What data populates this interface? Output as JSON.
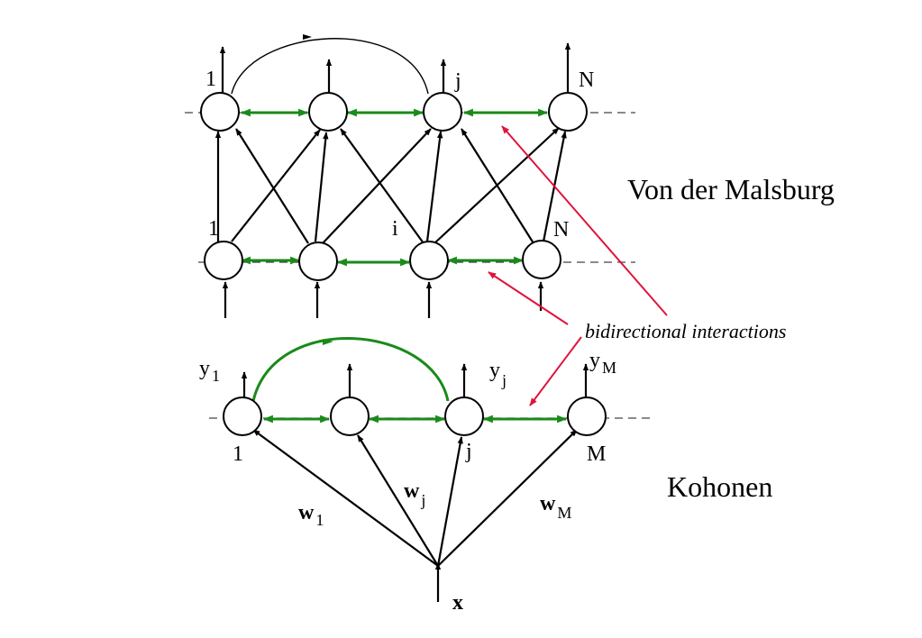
{
  "colors": {
    "lateral": "#1a8a1a",
    "pointer": "#e0133c",
    "connection": "#000000"
  },
  "von_der_malsburg": {
    "title": "Von der Malsburg",
    "top_labels": {
      "first": "1",
      "j": "j",
      "last": "N"
    },
    "bottom_labels": {
      "first": "1",
      "i": "i",
      "last": "N"
    }
  },
  "annotation": {
    "text": "bidirectional interactions"
  },
  "kohonen": {
    "title": "Kohonen",
    "output_labels": {
      "y1": {
        "base": "y",
        "sub": "1"
      },
      "yj": {
        "base": "y",
        "sub": "j"
      },
      "yM": {
        "base": "y",
        "sub": "M"
      }
    },
    "node_labels": {
      "first": "1",
      "j": "j",
      "last": "M"
    },
    "weights": {
      "w1": {
        "base": "w",
        "sub": "1"
      },
      "wj": {
        "base": "w",
        "sub": "j"
      },
      "wM": {
        "base": "w",
        "sub": "M"
      }
    },
    "input": "x"
  }
}
